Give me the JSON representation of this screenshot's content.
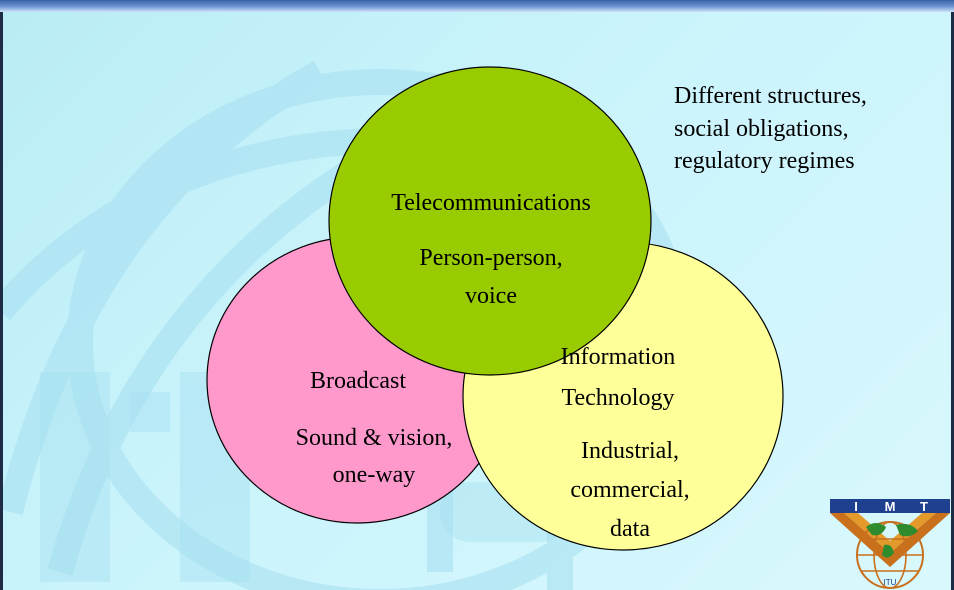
{
  "slide": {
    "note_lines": [
      "Different structures,",
      "social obligations,",
      "regulatory regimes"
    ]
  },
  "venn": {
    "telecom": {
      "title": "Telecommunications",
      "desc_lines": [
        "Person-person,",
        "voice"
      ],
      "color": "#99cc00"
    },
    "broadcast": {
      "title": "Broadcast",
      "desc_lines": [
        "Sound & vision,",
        "one-way"
      ],
      "color": "#ff99cc"
    },
    "it": {
      "title_lines": [
        "Information",
        "Technology"
      ],
      "desc_lines": [
        "Industrial,",
        "commercial,",
        "data"
      ],
      "color": "#ffff99"
    }
  },
  "logo": {
    "letters": [
      "I",
      "M",
      "T"
    ],
    "label": "ITU"
  }
}
